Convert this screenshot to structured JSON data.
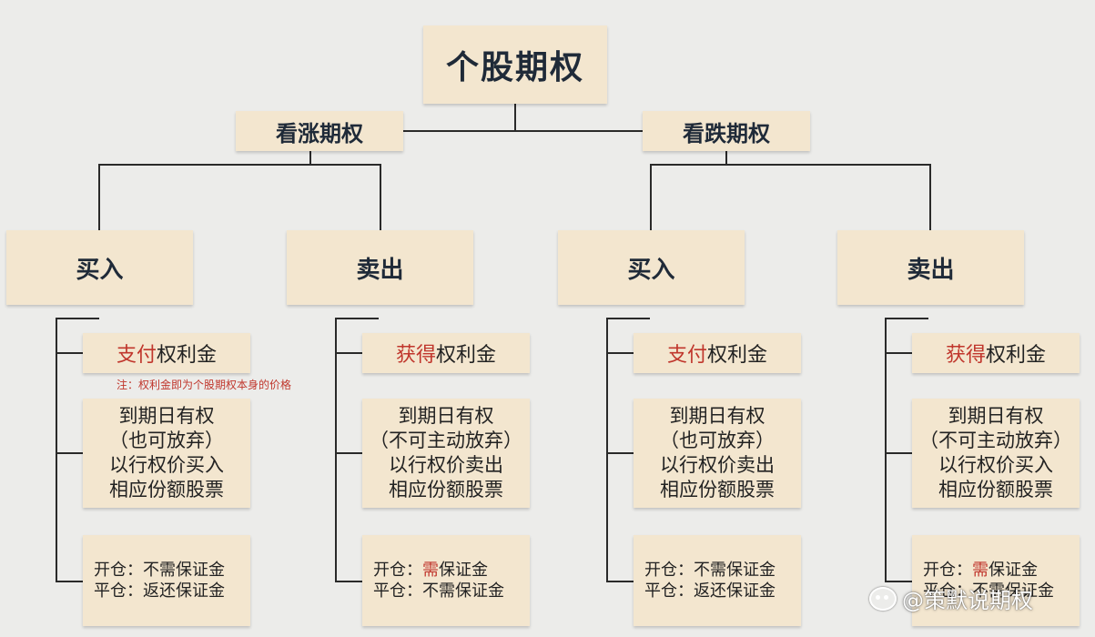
{
  "title": "个股期权",
  "categories": [
    {
      "label": "看涨期权",
      "actions": [
        {
          "label": "买入",
          "premium_highlight": "支付",
          "premium_rest": "权利金",
          "right_lines": [
            "到期日有权",
            "（也可放弃）",
            "以行权价买入",
            "相应份额股票"
          ],
          "margin_open_prefix": "开仓：",
          "margin_open_highlight": "",
          "margin_open_rest": "不需保证金",
          "margin_close": "平仓：返还保证金"
        },
        {
          "label": "卖出",
          "premium_highlight": "获得",
          "premium_rest": "权利金",
          "right_lines": [
            "到期日有权",
            "（不可主动放弃）",
            "以行权价卖出",
            "相应份额股票"
          ],
          "margin_open_prefix": "开仓：",
          "margin_open_highlight": "需",
          "margin_open_rest": "保证金",
          "margin_close": "平仓：不需保证金"
        }
      ]
    },
    {
      "label": "看跌期权",
      "actions": [
        {
          "label": "买入",
          "premium_highlight": "支付",
          "premium_rest": "权利金",
          "right_lines": [
            "到期日有权",
            "（也可放弃）",
            "以行权价卖出",
            "相应份额股票"
          ],
          "margin_open_prefix": "开仓：",
          "margin_open_highlight": "",
          "margin_open_rest": "不需保证金",
          "margin_close": "平仓：返还保证金"
        },
        {
          "label": "卖出",
          "premium_highlight": "获得",
          "premium_rest": "权利金",
          "right_lines": [
            "到期日有权",
            "（不可主动放弃）",
            "以行权价买入",
            "相应份额股票"
          ],
          "margin_open_prefix": "开仓：",
          "margin_open_highlight": "需",
          "margin_open_rest": "保证金",
          "margin_close": "平仓：不需保证金"
        }
      ]
    }
  ],
  "note": "注：权利金即为个股期权本身的价格",
  "watermark": "@策默说期权",
  "colors": {
    "box_fill": "#f3e6cf",
    "highlight": "#c0362c",
    "connector": "#2a2a2a"
  }
}
